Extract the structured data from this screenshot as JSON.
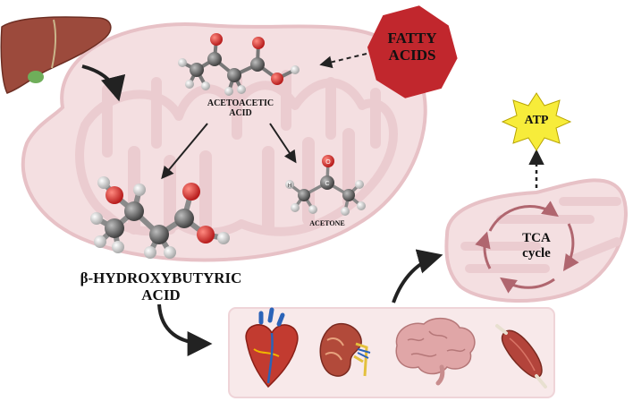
{
  "labels": {
    "fatty_acids": [
      "FATTY",
      "ACIDS"
    ],
    "acetoacetic": [
      "ACETOACETIC",
      "ACID"
    ],
    "acetone": "ACETONE",
    "bhb": [
      "β-HYDROXYBUTYRIC",
      "ACID"
    ],
    "tca": [
      "TCA",
      "cycle"
    ],
    "atp": "ATP"
  },
  "atom_letters": {
    "carbon": "C",
    "oxygen": "O",
    "hydrogen": "H"
  },
  "organs": [
    "heart-icon",
    "kidney-icon",
    "brain-icon",
    "muscle-icon"
  ],
  "colors": {
    "mito_fill": "#f4dfe1",
    "mito_stroke": "#e7c1c6",
    "oxygen": "#d9322b",
    "carbon": "#6b6b6b",
    "hydrogen": "#e6e6e6",
    "fatty_acid_badge": "#c1272d",
    "atp_star": "#f7ec3a",
    "organ_panel": "#f8e9ea"
  }
}
